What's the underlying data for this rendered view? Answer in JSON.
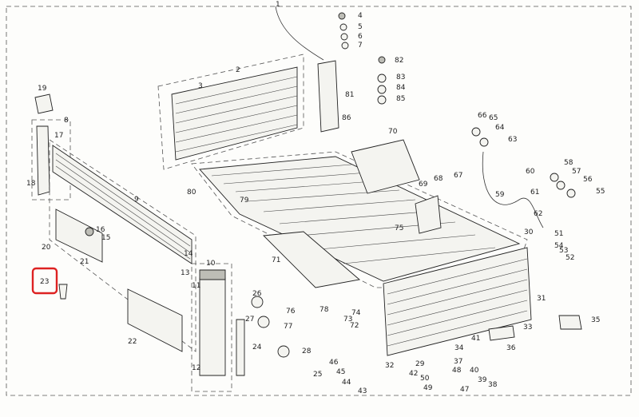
{
  "diagram": {
    "labels": {
      "l1": "1",
      "l2": "2",
      "l3": "3",
      "l4": "4",
      "l5": "5",
      "l6": "6",
      "l7": "7",
      "l8": "8",
      "l9": "9",
      "l10": "10",
      "l11": "11",
      "l12": "12",
      "l13": "13",
      "l14": "14",
      "l15": "15",
      "l16": "16",
      "l17": "17",
      "l18": "18",
      "l19": "19",
      "l20": "20",
      "l21": "21",
      "l22": "22",
      "l23": "23",
      "l24": "24",
      "l25": "25",
      "l26": "26",
      "l27": "27",
      "l28": "28",
      "l29": "29",
      "l30": "30",
      "l31": "31",
      "l32": "32",
      "l33": "33",
      "l34": "34",
      "l35": "35",
      "l36": "36",
      "l37": "37",
      "l38": "38",
      "l39": "39",
      "l40": "40",
      "l41": "41",
      "l42": "42",
      "l43": "43",
      "l44": "44",
      "l45": "45",
      "l46": "46",
      "l47": "47",
      "l48": "48",
      "l49": "49",
      "l50": "50",
      "l51": "51",
      "l52": "52",
      "l53": "53",
      "l54": "54",
      "l55": "55",
      "l56": "56",
      "l57": "57",
      "l58": "58",
      "l59": "59",
      "l60": "60",
      "l61": "61",
      "l62": "62",
      "l63": "63",
      "l64": "64",
      "l65": "65",
      "l66": "66",
      "l67": "67",
      "l68": "68",
      "l69": "69",
      "l70": "70",
      "l71": "71",
      "l72": "72",
      "l73": "73",
      "l74": "74",
      "l75": "75",
      "l76": "76",
      "l77": "77",
      "l78": "78",
      "l79": "79",
      "l80": "80",
      "l81": "81",
      "l82": "82",
      "l83": "83",
      "l84": "84",
      "l85": "85",
      "l86": "86"
    },
    "highlight": {
      "label": "23",
      "color": "#d22222"
    }
  }
}
